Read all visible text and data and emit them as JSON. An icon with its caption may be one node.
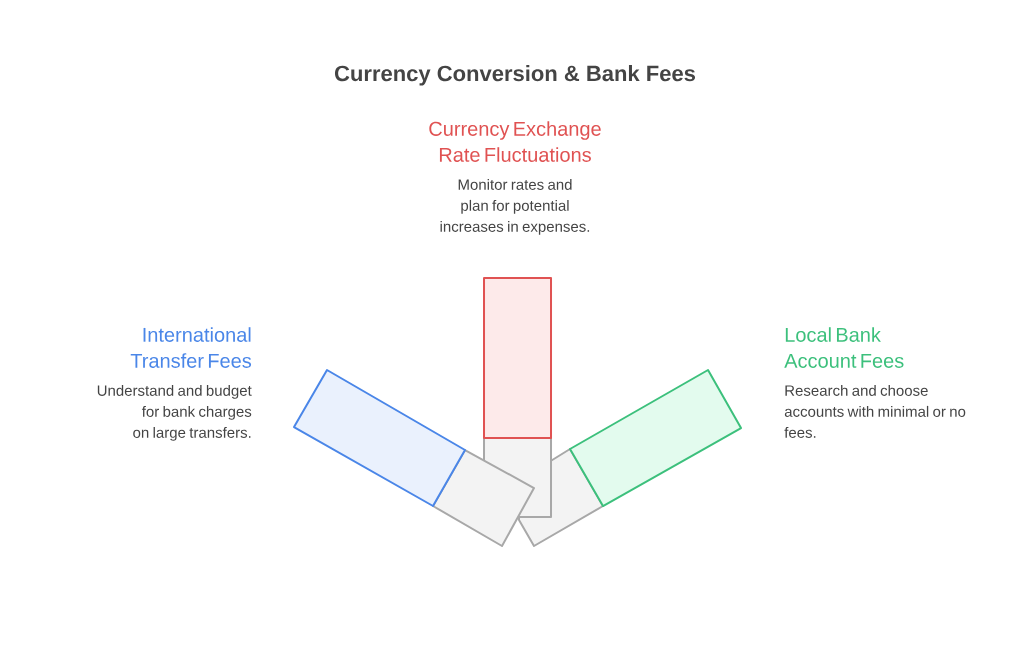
{
  "diagram": {
    "title": "Currency Conversion & Bank Fees",
    "nodes": [
      {
        "text": [
          "International Transfer Fees",
          "Understand and budget for bank charges on large transfers."
        ]
      },
      {
        "text": [
          "Currency Exchange Rate Fluctuations",
          "Monitor rates and plan for potential increases in expenses."
        ]
      },
      {
        "text": [
          "Local Bank Account Fees",
          "Research and choose accounts with minimal or no fees."
        ]
      }
    ]
  }
}
